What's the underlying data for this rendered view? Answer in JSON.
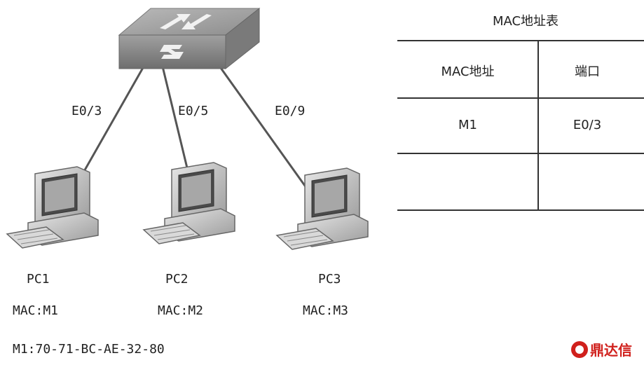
{
  "switch": {
    "label": "switch",
    "icon": "switch-icon"
  },
  "ports": [
    {
      "name": "E0/3"
    },
    {
      "name": "E0/5"
    },
    {
      "name": "E0/9"
    }
  ],
  "pcs": [
    {
      "name": "PC1",
      "mac": "MAC:M1"
    },
    {
      "name": "PC2",
      "mac": "MAC:M2"
    },
    {
      "name": "PC3",
      "mac": "MAC:M3"
    }
  ],
  "footnote": "M1:70-71-BC-AE-32-80",
  "mac_table": {
    "title": "MAC地址表",
    "headers": [
      "MAC地址",
      "端口"
    ],
    "rows": [
      [
        "M1",
        "E0/3"
      ],
      [
        "",
        ""
      ]
    ]
  },
  "logo": {
    "text": "鼎达信",
    "color": "#d0201c"
  }
}
